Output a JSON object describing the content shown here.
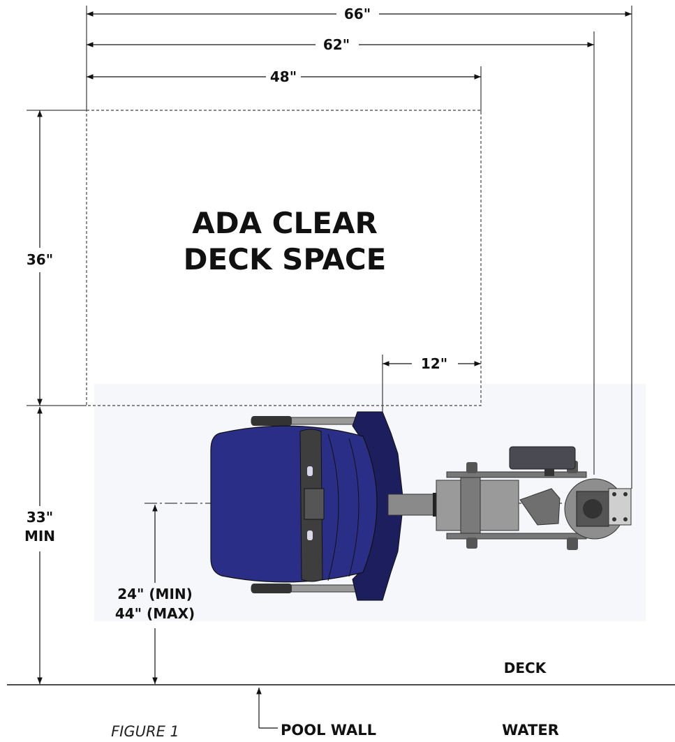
{
  "dimensions": {
    "width_66": "66\"",
    "width_62": "62\"",
    "width_48": "48\"",
    "depth_36": "36\"",
    "offset_12": "12\"",
    "depth_33_line1": "33\"",
    "depth_33_line2": "MIN",
    "seat_line1": "24\" (MIN)",
    "seat_line2": "44\" (MAX)"
  },
  "clear_space": {
    "line1": "ADA CLEAR",
    "line2": "DECK SPACE"
  },
  "zones": {
    "deck": "DECK",
    "pool_wall": "POOL WALL",
    "water": "WATER"
  },
  "caption": "FIGURE 1",
  "colors": {
    "seat_blue": "#2b2e86",
    "seat_dark": "#1c1e5e",
    "frame_grey": "#8a8a8a",
    "background_tint": "#f6f7fb"
  },
  "icons": [
    "pool-lift-drawing",
    "arrowhead"
  ]
}
